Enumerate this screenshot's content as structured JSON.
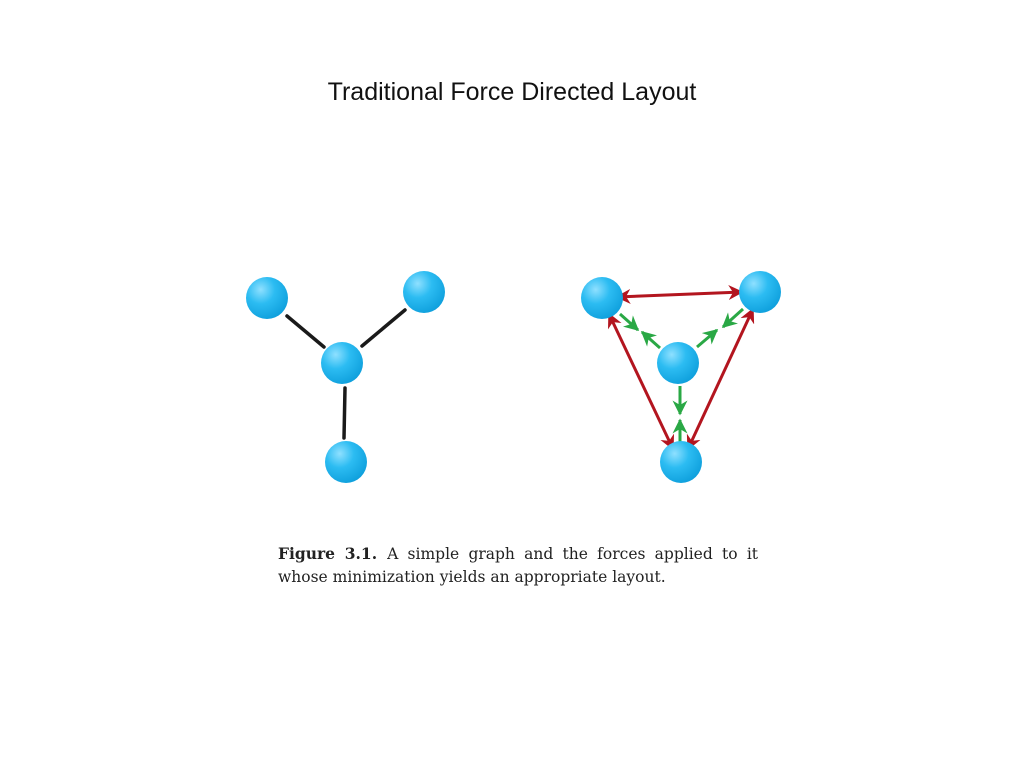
{
  "slide": {
    "title": "Traditional Force Directed Layout"
  },
  "colors": {
    "node": "#1ab0ec",
    "node_highlight": "#8fe0ff",
    "edge": "#1a1a1a",
    "repulsion": "#b3151f",
    "attraction": "#2aa845"
  },
  "caption": {
    "label": "Figure 3.1.",
    "text": "A simple graph and the forces applied to it whose minimization yields an appropriate layout."
  }
}
